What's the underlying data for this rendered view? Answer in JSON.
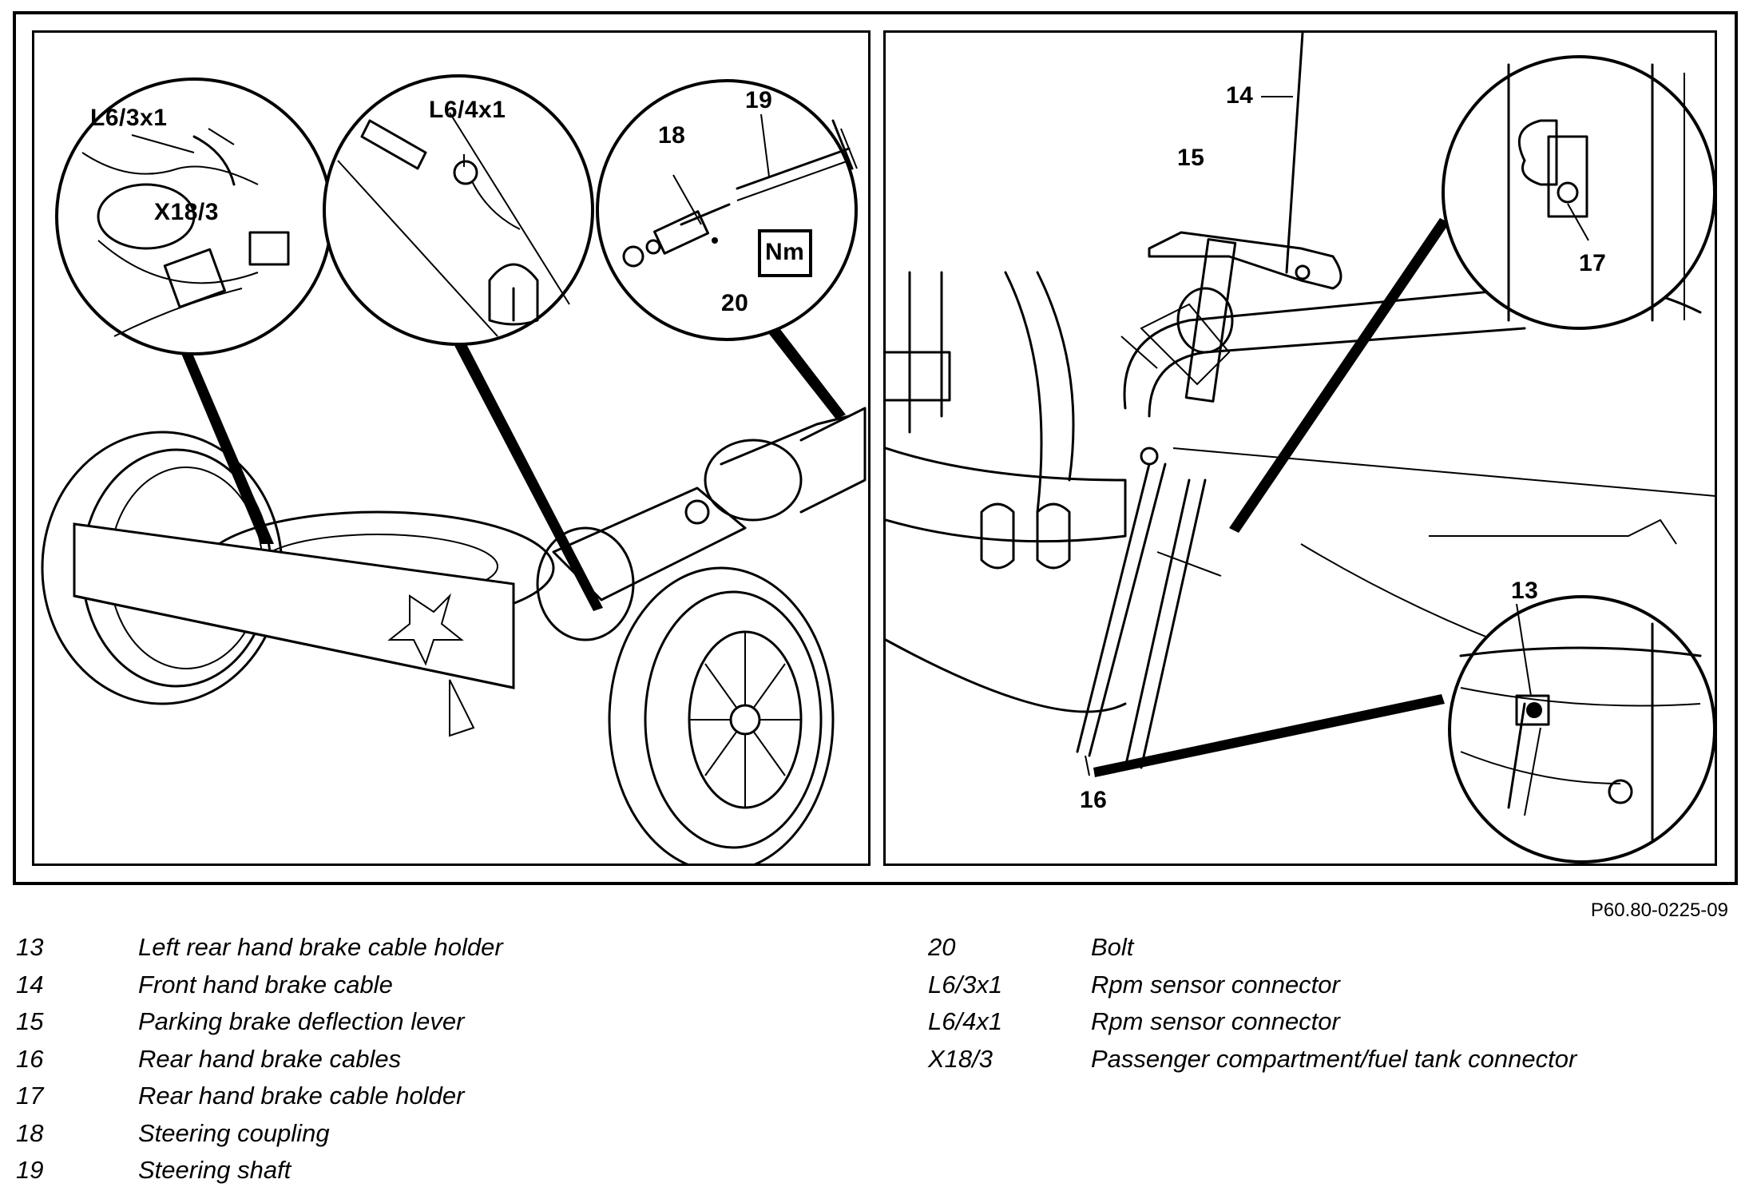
{
  "callouts": {
    "l6_3x1": "L6/3x1",
    "x18_3": "X18/3",
    "l6_4x1": "L6/4x1",
    "n18": "18",
    "n19": "19",
    "n20": "20",
    "nm": "Nm",
    "n14": "14",
    "n15": "15",
    "n16": "16",
    "n17": "17",
    "n13": "13"
  },
  "figure_id": "P60.80-0225-09",
  "legend": {
    "left": [
      {
        "key": "13",
        "desc": "Left rear hand brake cable holder"
      },
      {
        "key": "14",
        "desc": "Front hand brake cable"
      },
      {
        "key": "15",
        "desc": "Parking brake deflection lever"
      },
      {
        "key": "16",
        "desc": "Rear hand brake cables"
      },
      {
        "key": "17",
        "desc": "Rear hand brake cable holder"
      },
      {
        "key": "18",
        "desc": "Steering coupling"
      },
      {
        "key": "19",
        "desc": "Steering shaft"
      }
    ],
    "right": [
      {
        "key": "20",
        "desc": "Bolt"
      },
      {
        "key": "L6/3x1",
        "desc": "Rpm sensor connector"
      },
      {
        "key": "L6/4x1",
        "desc": "Rpm sensor connector"
      },
      {
        "key": "X18/3",
        "desc": "Passenger compartment/fuel tank connector"
      }
    ]
  }
}
